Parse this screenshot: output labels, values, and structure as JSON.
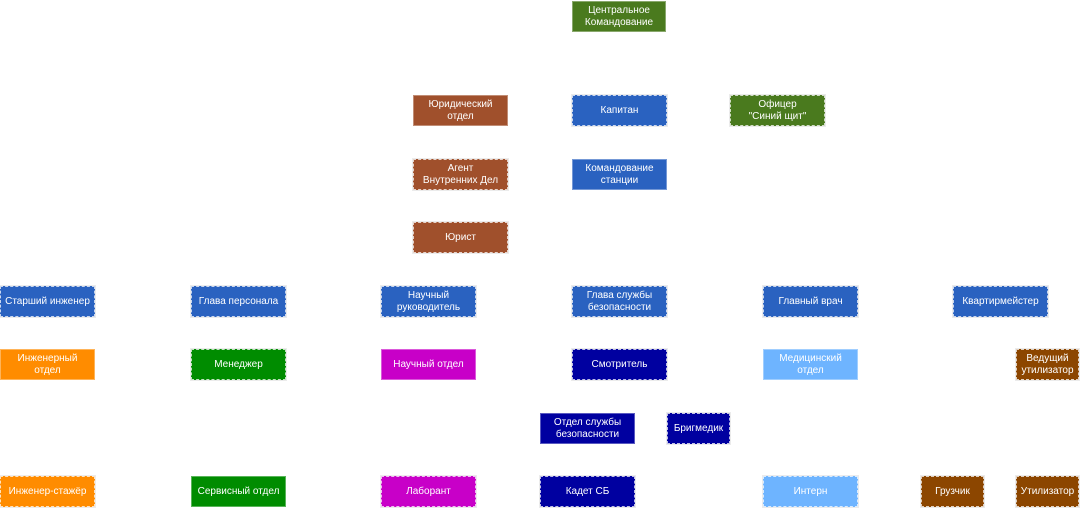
{
  "colors": {
    "command_green": "#4a7a1e",
    "command_blue": "#2a62c0",
    "legal_brown": "#a0502c",
    "engineering_orange": "#ff8c00",
    "service_green": "#008c00",
    "science_magenta": "#c800c8",
    "security_navy": "#0000a0",
    "medical_lightblue": "#6eb4ff",
    "cargo_brown": "#8c4600"
  },
  "nodes": [
    {
      "id": "central-command",
      "label": "Центральное\nКомандование",
      "color": "command_green",
      "style": "solid"
    },
    {
      "id": "legal-department",
      "label": "Юридический отдел",
      "color": "legal_brown",
      "style": "solid"
    },
    {
      "id": "captain",
      "label": "Капитан",
      "color": "command_blue",
      "style": "dashed"
    },
    {
      "id": "blueshield-officer",
      "label": "Офицер\n\"Синий щит\"",
      "color": "command_green",
      "style": "dashed"
    },
    {
      "id": "internal-affairs-agent",
      "label": "Агент\nВнутренних Дел",
      "color": "legal_brown",
      "style": "dashed"
    },
    {
      "id": "station-command",
      "label": "Командование\nстанции",
      "color": "command_blue",
      "style": "solid"
    },
    {
      "id": "lawyer",
      "label": "Юрист",
      "color": "legal_brown",
      "style": "dashed"
    },
    {
      "id": "chief-engineer",
      "label": "Старший инженер",
      "color": "command_blue",
      "style": "dashed"
    },
    {
      "id": "head-of-personnel",
      "label": "Глава персонала",
      "color": "command_blue",
      "style": "dashed"
    },
    {
      "id": "research-director",
      "label": "Научный\nруководитель",
      "color": "command_blue",
      "style": "dashed"
    },
    {
      "id": "head-of-security",
      "label": "Глава службы\nбезопасности",
      "color": "command_blue",
      "style": "dashed"
    },
    {
      "id": "chief-medical-officer",
      "label": "Главный врач",
      "color": "command_blue",
      "style": "dashed"
    },
    {
      "id": "quartermaster",
      "label": "Квартирмейстер",
      "color": "command_blue",
      "style": "dashed"
    },
    {
      "id": "engineering-department",
      "label": "Инженерный отдел",
      "color": "engineering_orange",
      "style": "solid"
    },
    {
      "id": "manager",
      "label": "Менеджер",
      "color": "service_green",
      "style": "dashed"
    },
    {
      "id": "science-department",
      "label": "Научный отдел",
      "color": "science_magenta",
      "style": "solid"
    },
    {
      "id": "warden",
      "label": "Смотритель",
      "color": "security_navy",
      "style": "dashed"
    },
    {
      "id": "medical-department",
      "label": "Медицинский отдел",
      "color": "medical_lightblue",
      "style": "solid"
    },
    {
      "id": "head-salvager",
      "label": "Ведущий\nутилизатор",
      "color": "cargo_brown",
      "style": "dashed"
    },
    {
      "id": "security-department",
      "label": "Отдел службы\nбезопасности",
      "color": "security_navy",
      "style": "solid"
    },
    {
      "id": "brigmedic",
      "label": "Бригмедик",
      "color": "security_navy",
      "style": "dashed"
    },
    {
      "id": "engineer-trainee",
      "label": "Инженер-стажёр",
      "color": "engineering_orange",
      "style": "dashed"
    },
    {
      "id": "service-department",
      "label": "Сервисный отдел",
      "color": "service_green",
      "style": "solid"
    },
    {
      "id": "lab-assistant",
      "label": "Лаборант",
      "color": "science_magenta",
      "style": "dashed"
    },
    {
      "id": "security-cadet",
      "label": "Кадет СБ",
      "color": "security_navy",
      "style": "dashed"
    },
    {
      "id": "intern",
      "label": "Интерн",
      "color": "medical_lightblue",
      "style": "dashed"
    },
    {
      "id": "cargo-technician",
      "label": "Грузчик",
      "color": "cargo_brown",
      "style": "dashed"
    },
    {
      "id": "salvager",
      "label": "Утилизатор",
      "color": "cargo_brown",
      "style": "dashed"
    }
  ]
}
